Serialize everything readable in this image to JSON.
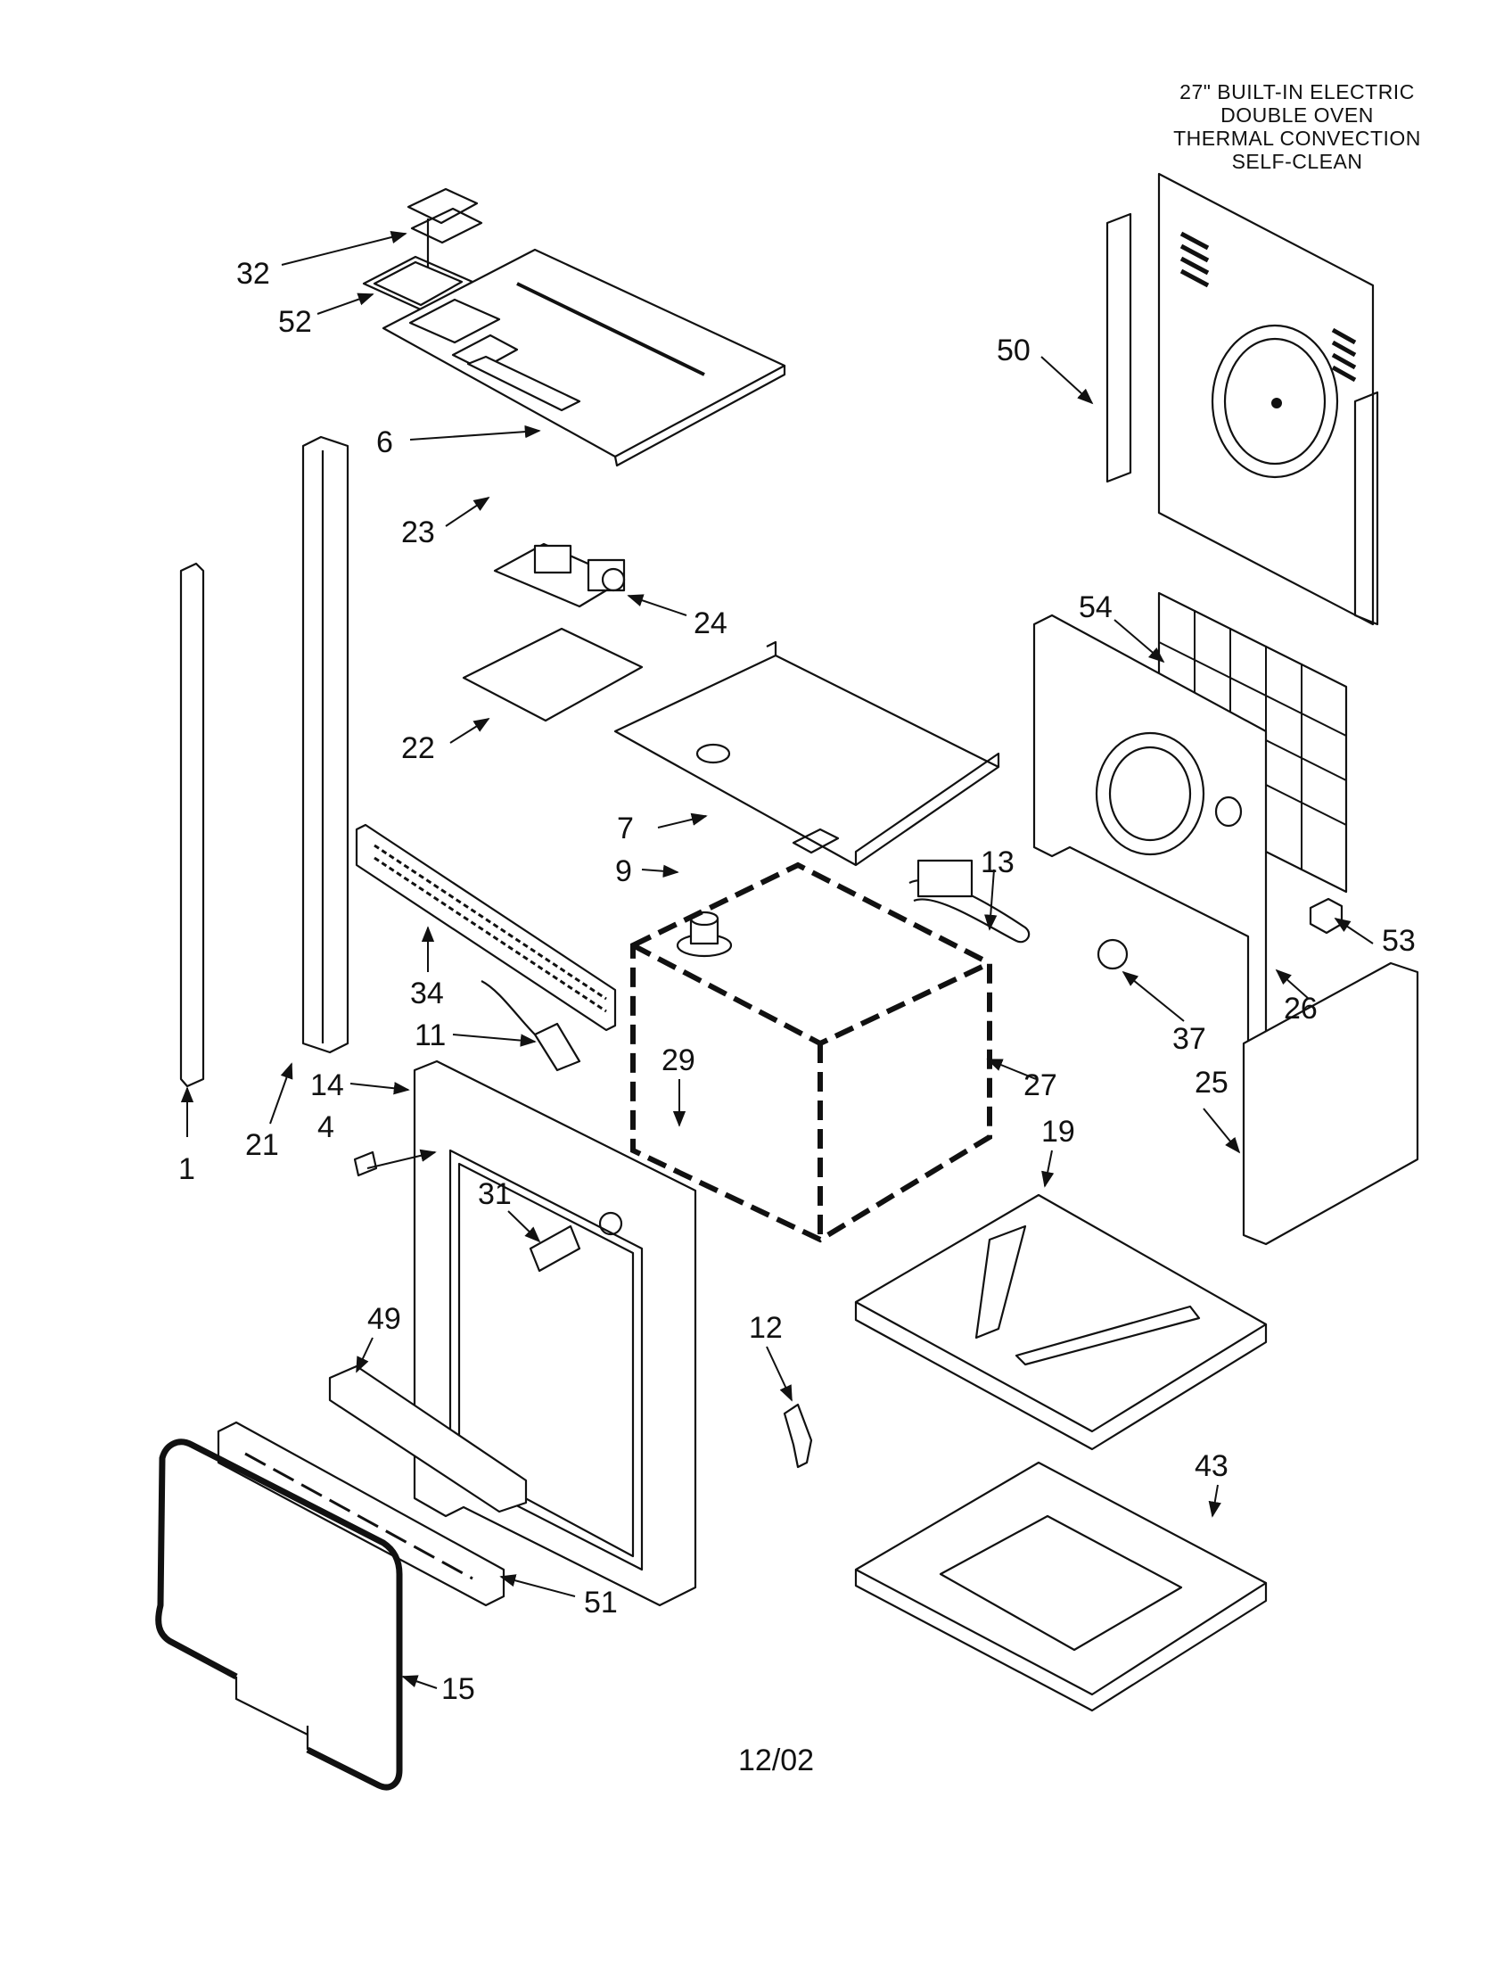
{
  "title": {
    "line1": "27\" BUILT-IN ELECTRIC",
    "line2": "DOUBLE OVEN",
    "line3": "THERMAL CONVECTION",
    "line4": "SELF-CLEAN"
  },
  "callouts": [
    "32",
    "52",
    "6",
    "50",
    "23",
    "24",
    "54",
    "22",
    "7",
    "13",
    "9",
    "34",
    "53",
    "26",
    "11",
    "29",
    "37",
    "27",
    "14",
    "21",
    "4",
    "25",
    "19",
    "1",
    "31",
    "49",
    "12",
    "43",
    "51",
    "15"
  ],
  "date_code": "12/02"
}
